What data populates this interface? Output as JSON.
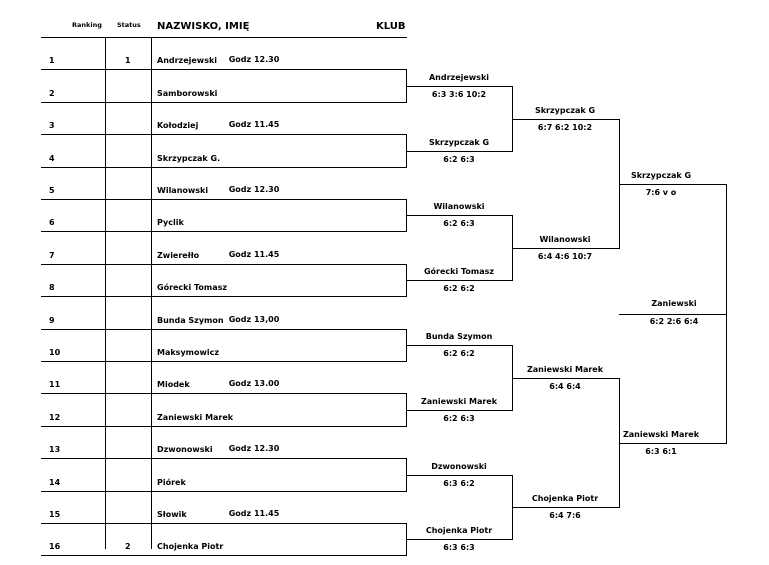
{
  "header": {
    "ranking": "Ranking",
    "status": "Status",
    "name": "NAZWISKO, IMIĘ",
    "club": "KLUB"
  },
  "players": [
    {
      "rank": "1",
      "status": "1",
      "name": "Andrzejewski"
    },
    {
      "rank": "2",
      "status": "",
      "name": "Samborowski"
    },
    {
      "rank": "3",
      "status": "",
      "name": "Kołodziej"
    },
    {
      "rank": "4",
      "status": "",
      "name": "Skrzypczak G."
    },
    {
      "rank": "5",
      "status": "",
      "name": "Wilanowski"
    },
    {
      "rank": "6",
      "status": "",
      "name": "Pyclik"
    },
    {
      "rank": "7",
      "status": "",
      "name": "Zwierełło"
    },
    {
      "rank": "8",
      "status": "",
      "name": "Górecki Tomasz"
    },
    {
      "rank": "9",
      "status": "",
      "name": "Bunda Szymon"
    },
    {
      "rank": "10",
      "status": "",
      "name": "Maksymowicz"
    },
    {
      "rank": "11",
      "status": "",
      "name": "Miodek"
    },
    {
      "rank": "12",
      "status": "",
      "name": "Zaniewski Marek"
    },
    {
      "rank": "13",
      "status": "",
      "name": "Dzwonowski"
    },
    {
      "rank": "14",
      "status": "",
      "name": "Piórek"
    },
    {
      "rank": "15",
      "status": "",
      "name": "Słowik"
    },
    {
      "rank": "16",
      "status": "2",
      "name": "Chojenka Piotr"
    }
  ],
  "match_times": [
    "Godz 12.30",
    "Godz 11.45",
    "Godz 12.30",
    "Godz 11.45",
    "Godz 13,00",
    "Godz 13.00",
    "Godz 12.30",
    "Godz 11.45"
  ],
  "round2": [
    {
      "winner": "Andrzejewski",
      "score": "6:3 3:6 10:2"
    },
    {
      "winner": "Skrzypczak G",
      "score": "6:2 6:3"
    },
    {
      "winner": "Wilanowski",
      "score": "6:2 6:3"
    },
    {
      "winner": "Górecki Tomasz",
      "score": "6:2 6:2"
    },
    {
      "winner": "Bunda Szymon",
      "score": "6:2 6:2"
    },
    {
      "winner": "Zaniewski Marek",
      "score": "6:2 6:3"
    },
    {
      "winner": "Dzwonowski",
      "score": "6:3 6:2"
    },
    {
      "winner": "Chojenka Piotr",
      "score": "6:3 6:3"
    }
  ],
  "round3": [
    {
      "winner": "Skrzypczak G",
      "score": "6:7 6:2 10:2"
    },
    {
      "winner": "Wilanowski",
      "score": "6:4 4:6 10:7"
    },
    {
      "winner": "Zaniewski Marek",
      "score": "6:4 6:4"
    },
    {
      "winner": "Chojenka Piotr",
      "score": "6:4 7:6"
    }
  ],
  "round4": [
    {
      "winner": "Skrzypczak G",
      "score": "7:6 v o"
    },
    {
      "winner": "Zaniewski Marek",
      "score": "6:3 6:1"
    }
  ],
  "final": {
    "winner": "Zaniewski",
    "score": "6:2 2:6 6:4"
  }
}
